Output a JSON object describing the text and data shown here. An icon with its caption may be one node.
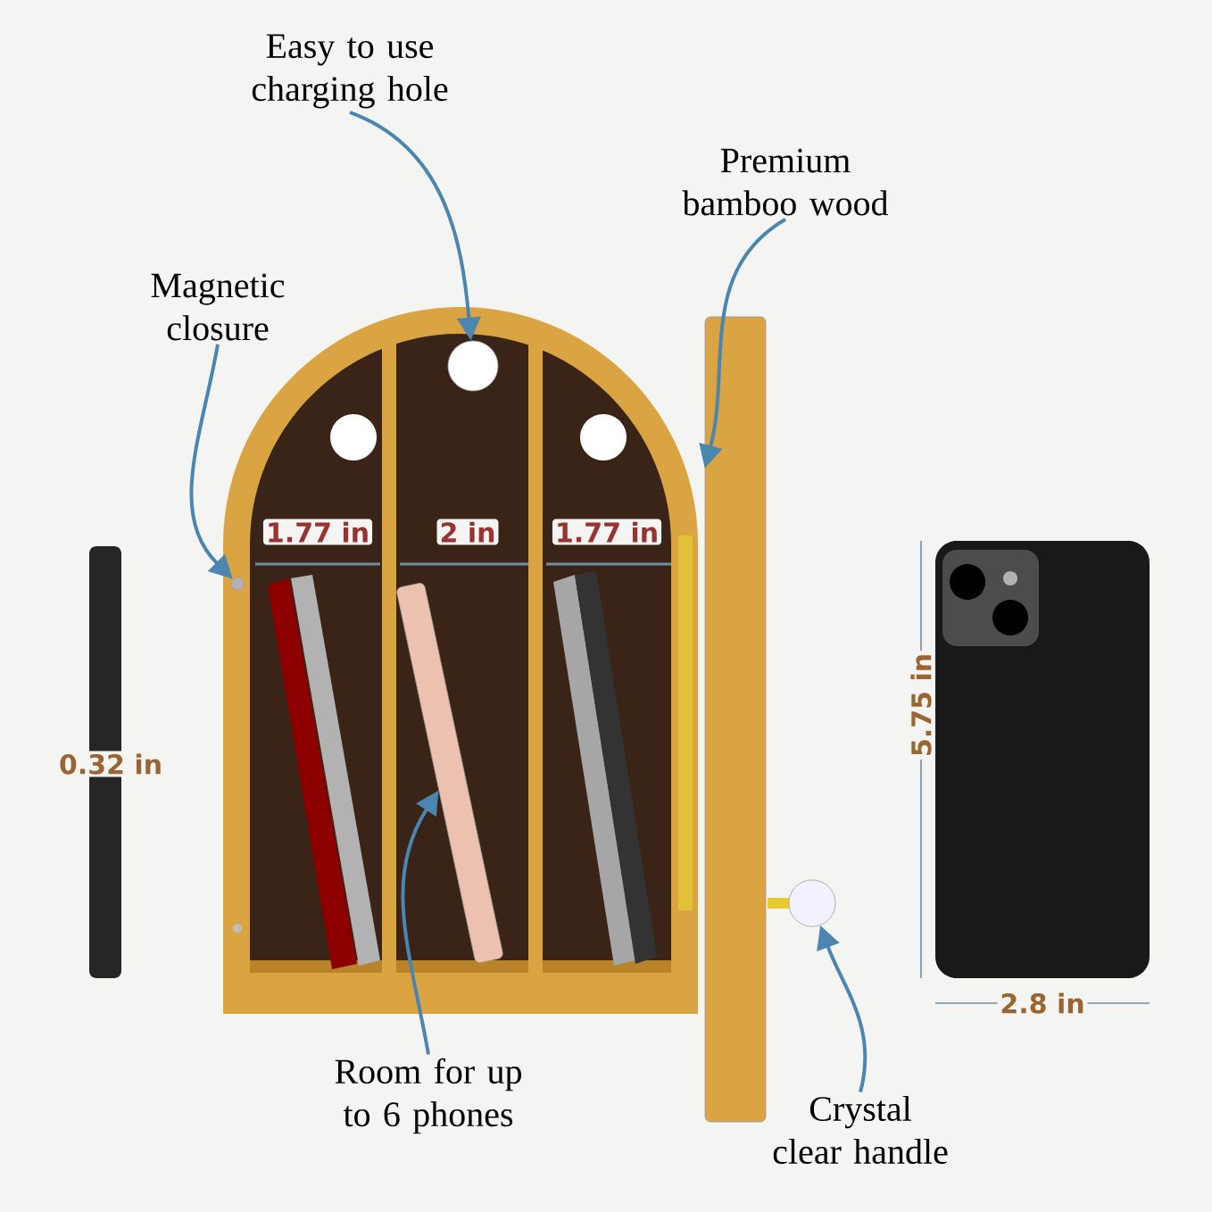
{
  "diagram": {
    "nodes": [
      {
        "text": [
          "Easy to use charging hole"
        ]
      },
      {
        "text": [
          "Premium bamboo wood"
        ]
      },
      {
        "text": [
          "Magnetic closure"
        ]
      },
      {
        "text": [
          "Room for up to 6 phones"
        ]
      },
      {
        "text": [
          "Crystal clear handle"
        ]
      },
      {
        "text": [],
        "shape": "circle"
      },
      {
        "text": [],
        "shape": "box"
      },
      {
        "text": [],
        "shape": "circle"
      },
      {
        "text": [],
        "shape": "box"
      },
      {
        "text": [],
        "shape": "circle"
      }
    ],
    "edges": [
      {
        "from": 0,
        "to": 5,
        "arrow": "to"
      },
      {
        "from": 1,
        "to": 6,
        "arrow": "to"
      },
      {
        "from": 2,
        "to": 7,
        "arrow": "to"
      },
      {
        "from": 3,
        "to": 8,
        "arrow": "to"
      },
      {
        "from": 4,
        "to": 9,
        "arrow": "to"
      }
    ],
    "labels": [
      "1.77 in",
      "2 in",
      "1.77 in",
      "0.32 in",
      "5.75 in",
      "2.8 in"
    ]
  }
}
